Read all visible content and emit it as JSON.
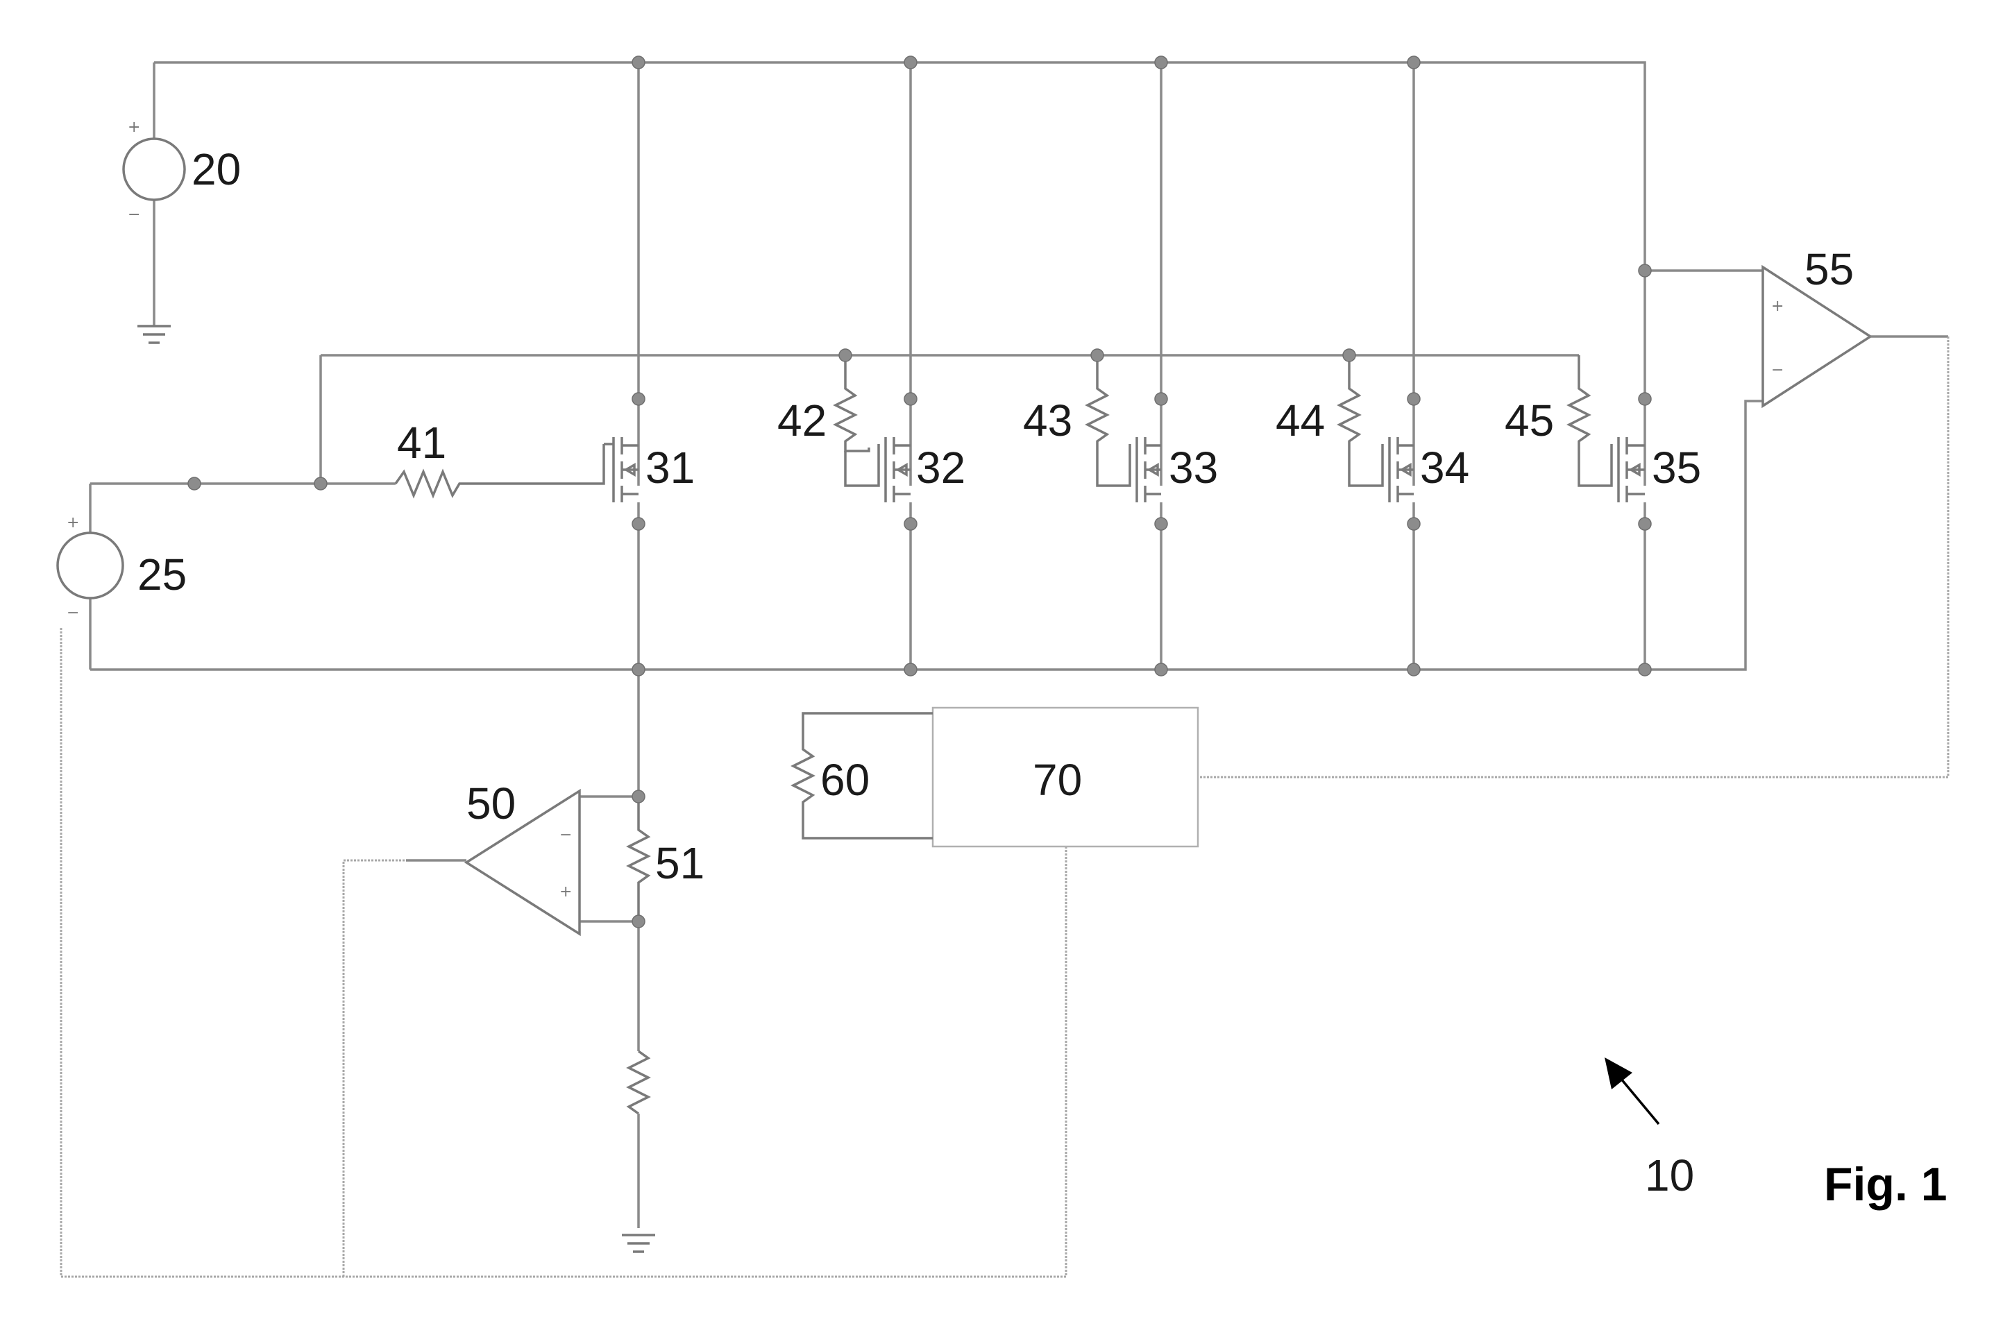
{
  "figure_label": "Fig. 1",
  "circuit_ref": "10",
  "components": {
    "source_supply": "20",
    "source_gate": "25",
    "transistor_1": "31",
    "transistor_2": "32",
    "transistor_3": "33",
    "transistor_4": "34",
    "transistor_5": "35",
    "resistor_41": "41",
    "resistor_42": "42",
    "resistor_43": "43",
    "resistor_44": "44",
    "resistor_45": "45",
    "opamp_current": "50",
    "resistor_sense": "51",
    "opamp_voltage": "55",
    "resistor_60": "60",
    "controller": "70"
  },
  "signs": {
    "plus": "+",
    "minus": "−"
  }
}
